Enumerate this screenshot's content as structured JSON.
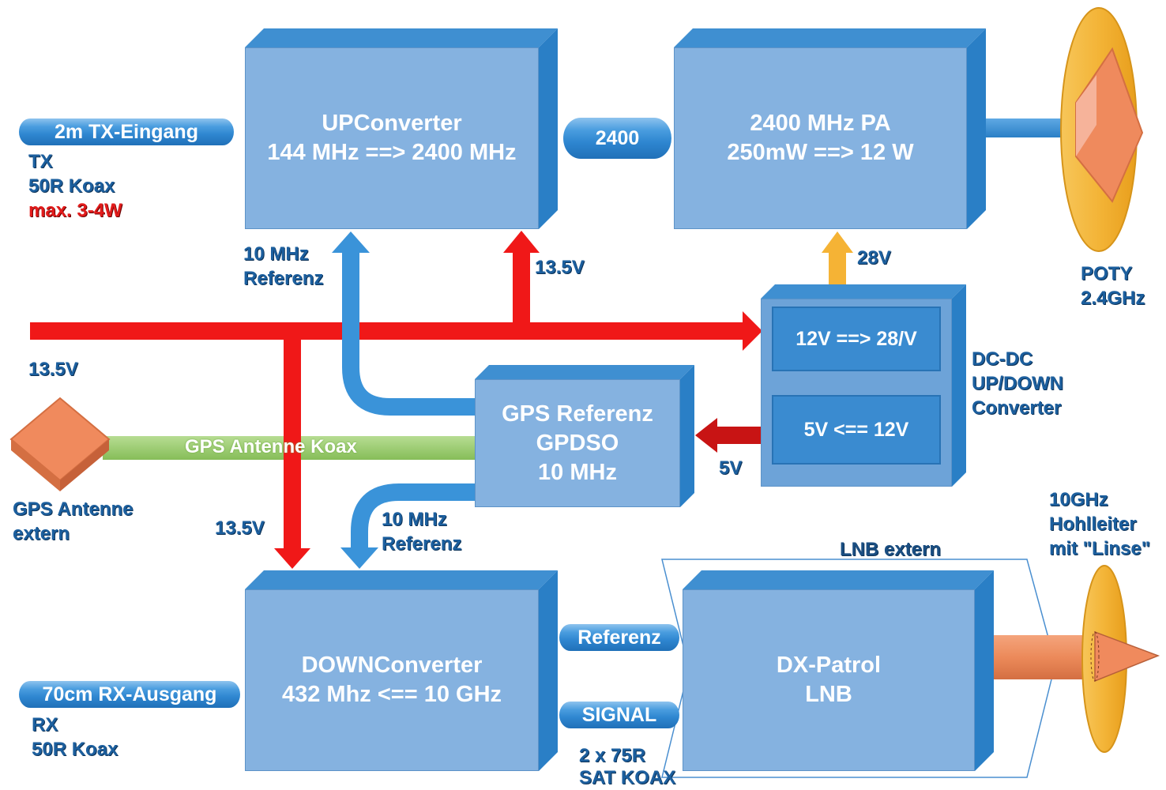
{
  "boxes": {
    "upconverter": {
      "line1": "UPConverter",
      "line2": "144 MHz ==> 2400 MHz"
    },
    "pa": {
      "line1": "2400 MHz PA",
      "line2": "250mW ==> 12 W"
    },
    "gps_ref": {
      "line1": "GPS Referenz",
      "line2": "GPDSO",
      "line3": "10 MHz"
    },
    "downconverter": {
      "line1": "DOWNConverter",
      "line2": "432 Mhz <== 10 GHz"
    },
    "lnb": {
      "line1": "DX-Patrol",
      "line2": "LNB"
    },
    "dcdc": {
      "upper": "12V ==> 28/V",
      "lower": "5V <== 12V"
    }
  },
  "cables": {
    "tx_input": "2m TX-Eingang",
    "rx_output": "70cm RX-Ausgang",
    "link_2400": "2400",
    "referenz": "Referenz",
    "signal": "SIGNAL",
    "gps_antenna_coax": "GPS Antenne Koax"
  },
  "labels": {
    "tx": "TX",
    "tx_coax": "50R Koax",
    "tx_power": "max. 3-4W",
    "rx": "RX",
    "rx_coax": "50R Koax",
    "ref_10mhz_top_1": "10 MHz",
    "ref_10mhz_top_2": "Referenz",
    "ref_10mhz_bottom_1": "10 MHz",
    "ref_10mhz_bottom_2": "Referenz",
    "v13_5_up": "13.5V",
    "v13_5_main": "13.5V",
    "v13_5_down": "13.5V",
    "v28": "28V",
    "v5": "5V",
    "poty_1": "POTY",
    "poty_2": "2.4GHz",
    "dcdc_1": "DC-DC",
    "dcdc_2": "UP/DOWN",
    "dcdc_3": "Converter",
    "gps_ant_1": "GPS Antenne",
    "gps_ant_2": "extern",
    "lnb_extern": "LNB extern",
    "hohlleiter_1": "10GHz",
    "hohlleiter_2": "Hohlleiter",
    "hohlleiter_3": "mit \"Linse\"",
    "sat_koax_1": "2 x 75R",
    "sat_koax_2": "SAT KOAX"
  },
  "colors": {
    "box_front": "#85b2e0",
    "box_dark": "#2a7fc6",
    "power_red": "#f01818",
    "reference_blue": "#3a93d9",
    "gps_green": "#9ccd73",
    "orange": "#f08a5d",
    "gold": "#f5b335"
  }
}
